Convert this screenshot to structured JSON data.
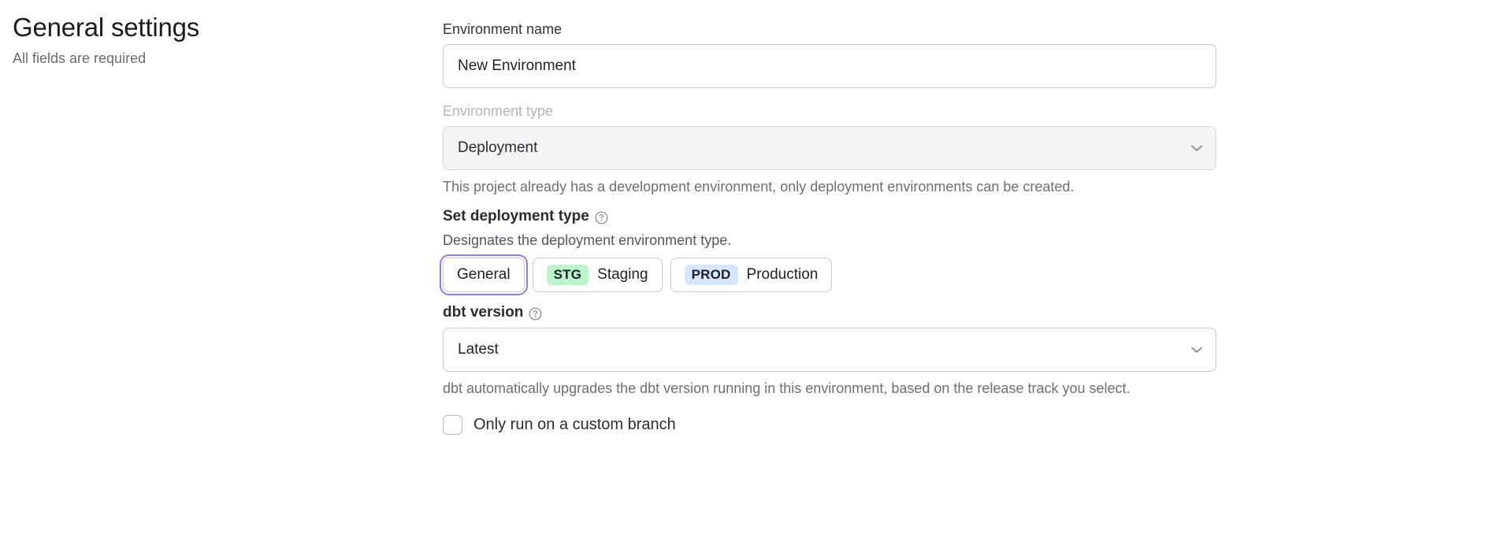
{
  "header": {
    "title": "General settings",
    "subtitle": "All fields are required"
  },
  "form": {
    "environment_name": {
      "label": "Environment name",
      "value": "New Environment",
      "placeholder": "Environment name"
    },
    "environment_type": {
      "label": "Environment type",
      "value": "Deployment",
      "disabled": true,
      "helper": "This project already has a development environment, only deployment environments can be created.",
      "chevron_icon": "chevron-down-icon"
    },
    "deployment_type": {
      "label": "Set deployment type",
      "help_icon": "help-circle-icon",
      "description": "Designates the deployment environment type.",
      "options": [
        {
          "badge": "",
          "label": "General",
          "selected": true,
          "focused": true
        },
        {
          "badge": "STG",
          "label": "Staging",
          "selected": false,
          "focused": false
        },
        {
          "badge": "PROD",
          "label": "Production",
          "selected": false,
          "focused": false
        }
      ]
    },
    "dbt_version": {
      "label": "dbt version",
      "help_icon": "help-circle-icon",
      "value": "Latest",
      "helper": "dbt automatically upgrades the dbt version running in this environment, based on the release track you select.",
      "chevron_icon": "chevron-down-icon"
    },
    "custom_branch": {
      "label": "Only run on a custom branch",
      "checked": false
    }
  },
  "colors": {
    "focus_ring": "#8b7cf0",
    "stg_badge_bg": "#bdf5ca",
    "prod_badge_bg": "#d6e6fd",
    "border": "#c9c9d0",
    "disabled_bg": "#f4f4f5",
    "muted_text": "#6e6e77"
  }
}
